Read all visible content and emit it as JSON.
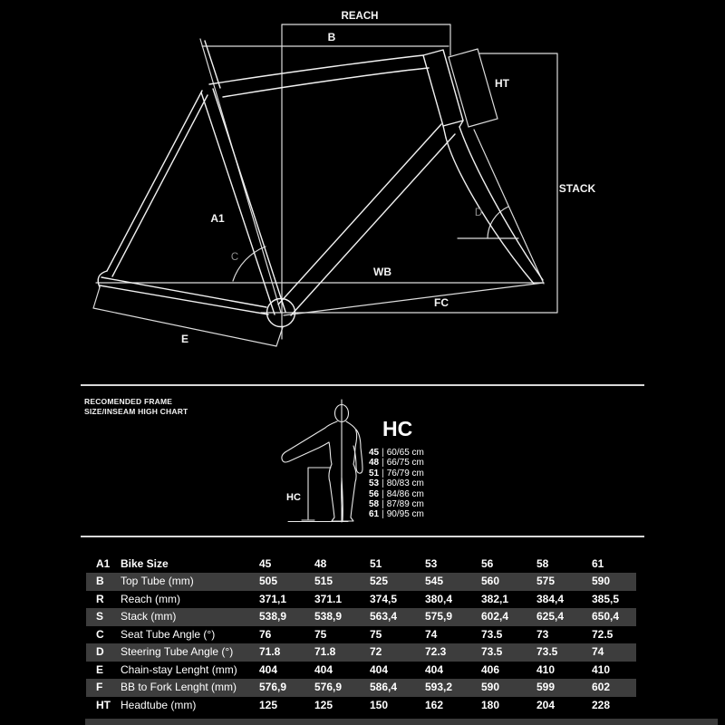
{
  "colors": {
    "background": "#000000",
    "line": "#dcdcdc",
    "frame_line": "#f1f1f1",
    "text": "#ffffff",
    "dim_label": "#8f8f8f",
    "stripe": "#3d3d3d",
    "divider": "#d9d9d9"
  },
  "diagram": {
    "labels": {
      "reach": "REACH",
      "b": "B",
      "ht": "HT",
      "stack": "STACK",
      "a1": "A1",
      "c": "C",
      "d": "D",
      "wb": "WB",
      "fc": "FC",
      "e": "E"
    }
  },
  "inseam_chart": {
    "heading_line1": "RECOMENDED FRAME",
    "heading_line2": "SIZE/INSEAM HIGH CHART",
    "big_label": "HC",
    "figure_label": "HC",
    "separator": "|",
    "rows": [
      {
        "size": "45",
        "range": "60/65 cm"
      },
      {
        "size": "48",
        "range": "66/75 cm"
      },
      {
        "size": "51",
        "range": "76/79 cm"
      },
      {
        "size": "53",
        "range": "80/83 cm"
      },
      {
        "size": "56",
        "range": "84/86 cm"
      },
      {
        "size": "58",
        "range": "87/89 cm"
      },
      {
        "size": "61",
        "range": "90/95 cm"
      }
    ]
  },
  "table": {
    "header": {
      "code": "A1",
      "label": "Bike Size",
      "values": [
        "45",
        "48",
        "51",
        "53",
        "56",
        "58",
        "61"
      ]
    },
    "rows": [
      {
        "code": "B",
        "label": "Top Tube (mm)",
        "values": [
          "505",
          "515",
          "525",
          "545",
          "560",
          "575",
          "590"
        ]
      },
      {
        "code": "R",
        "label": "Reach (mm)",
        "values": [
          "371,1",
          "371.1",
          "374,5",
          "380,4",
          "382,1",
          "384,4",
          "385,5"
        ]
      },
      {
        "code": "S",
        "label": "Stack (mm)",
        "values": [
          "538,9",
          "538,9",
          "563,4",
          "575,9",
          "602,4",
          "625,4",
          "650,4"
        ]
      },
      {
        "code": "C",
        "label": "Seat Tube Angle (°)",
        "values": [
          "76",
          "75",
          "75",
          "74",
          "73.5",
          "73",
          "72.5"
        ]
      },
      {
        "code": "D",
        "label": "Steering Tube Angle (°)",
        "values": [
          "71.8",
          "71.8",
          "72",
          "72.3",
          "73.5",
          "73.5",
          "74"
        ]
      },
      {
        "code": "E",
        "label": "Chain-stay Lenght (mm)",
        "values": [
          "404",
          "404",
          "404",
          "404",
          "406",
          "410",
          "410"
        ]
      },
      {
        "code": "F",
        "label": "BB to Fork Lenght (mm)",
        "values": [
          "576,9",
          "576,9",
          "586,4",
          "593,2",
          "590",
          "599",
          "602"
        ]
      },
      {
        "code": "HT",
        "label": "Headtube (mm)",
        "values": [
          "125",
          "125",
          "150",
          "162",
          "180",
          "204",
          "228"
        ]
      }
    ]
  }
}
